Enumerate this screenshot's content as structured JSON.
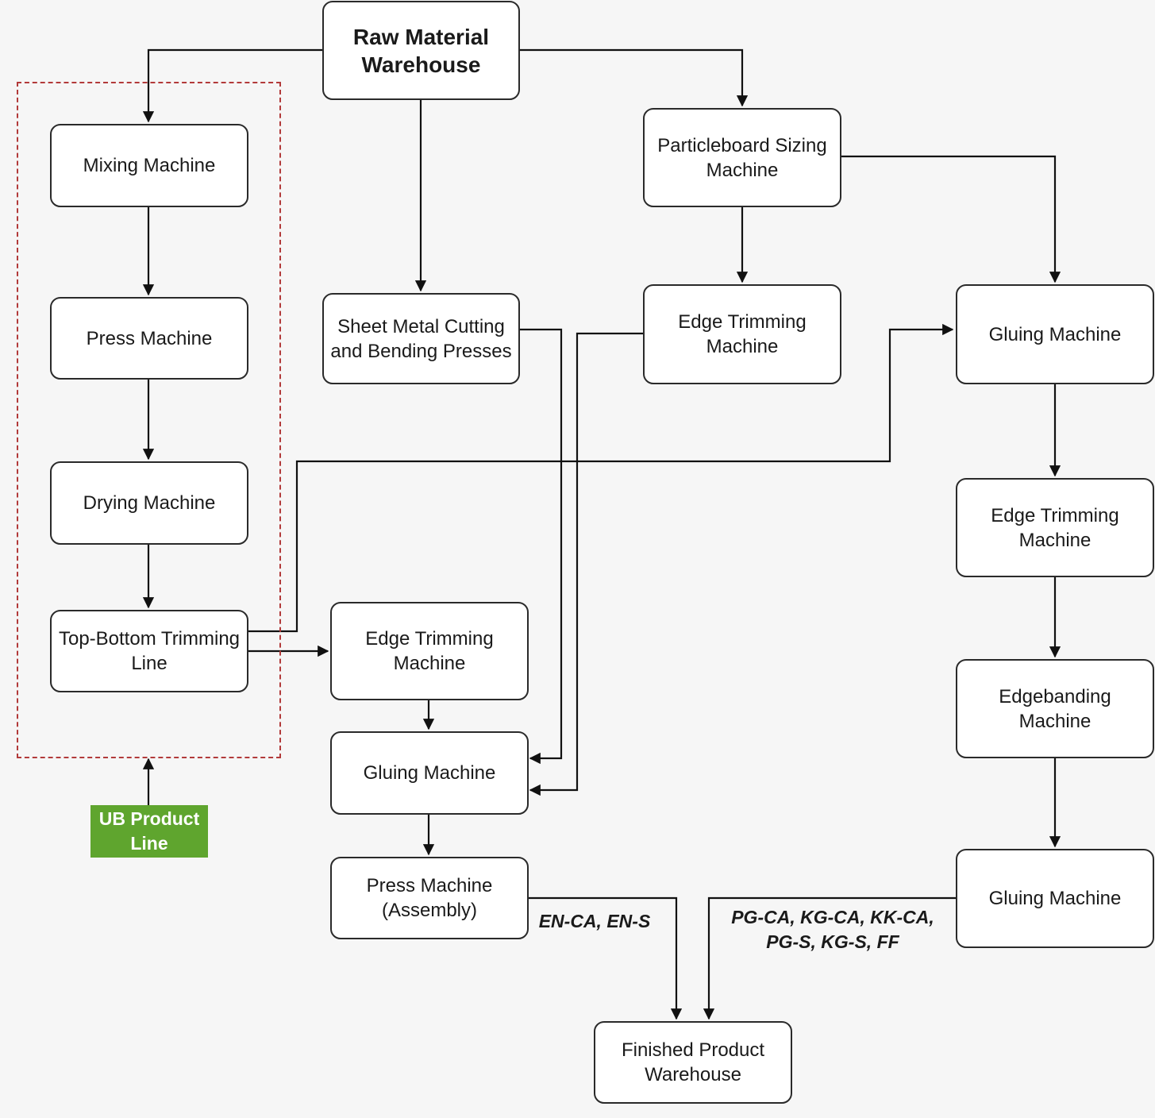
{
  "nodes": {
    "raw_material_warehouse": "Raw Material\nWarehouse",
    "mixing_machine": "Mixing Machine",
    "press_machine_ub": "Press Machine",
    "drying_machine": "Drying Machine",
    "top_bottom_trimming_line": "Top-Bottom Trimming\nLine",
    "sheet_metal_cutting": "Sheet Metal Cutting\nand Bending Presses",
    "particleboard_sizing": "Particleboard Sizing\nMachine",
    "edge_trimming_center": "Edge Trimming\nMachine",
    "gluing_machine_right_top": "Gluing Machine",
    "edge_trimming_left": "Edge Trimming\nMachine",
    "gluing_machine_center": "Gluing Machine",
    "press_machine_assembly": "Press Machine\n(Assembly)",
    "edge_trimming_right": "Edge Trimming\nMachine",
    "edgebanding_machine": "Edgebanding\nMachine",
    "gluing_machine_right_bottom": "Gluing Machine",
    "finished_product_warehouse": "Finished Product\nWarehouse"
  },
  "group": {
    "label": "UB Product\nLine",
    "label_color": "#5fa52e",
    "border_color": "#b23a3a"
  },
  "flow_labels": {
    "left_products": "EN-CA, EN-S",
    "right_products": "PG-CA, KG-CA, KK-CA,\nPG-S, KG-S, FF"
  }
}
